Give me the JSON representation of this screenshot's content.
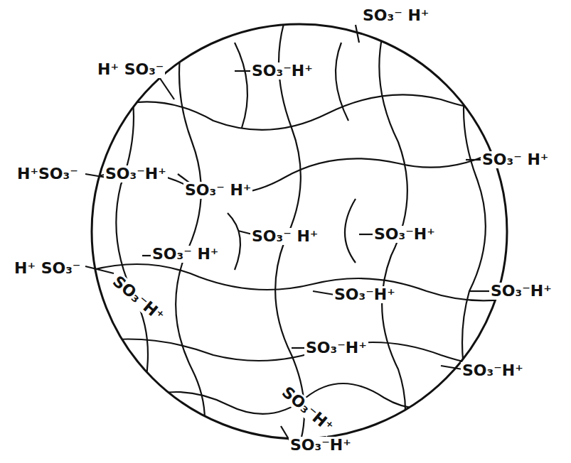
{
  "diagram": {
    "labels": [
      "H⁺ SO₃⁻",
      "SO₃⁻ H⁺",
      "SO₃⁻H⁺",
      "H⁺SO₃⁻",
      "SO₃⁻H⁺",
      "SO₃⁻ H⁺",
      "SO₃⁻ H⁺",
      "SO₃⁻ H⁺",
      "SO₃⁻H⁺",
      "SO₃⁻ H⁺",
      "H⁺ SO₃⁻",
      "SO₃⁻H⁺",
      "SO₃⁻H⁺",
      "SO₃⁻H⁺",
      "SO₃⁻H⁺",
      "SO₃⁻H⁺",
      "SO₃⁻H⁺",
      "SO₃⁻H⁺"
    ]
  }
}
